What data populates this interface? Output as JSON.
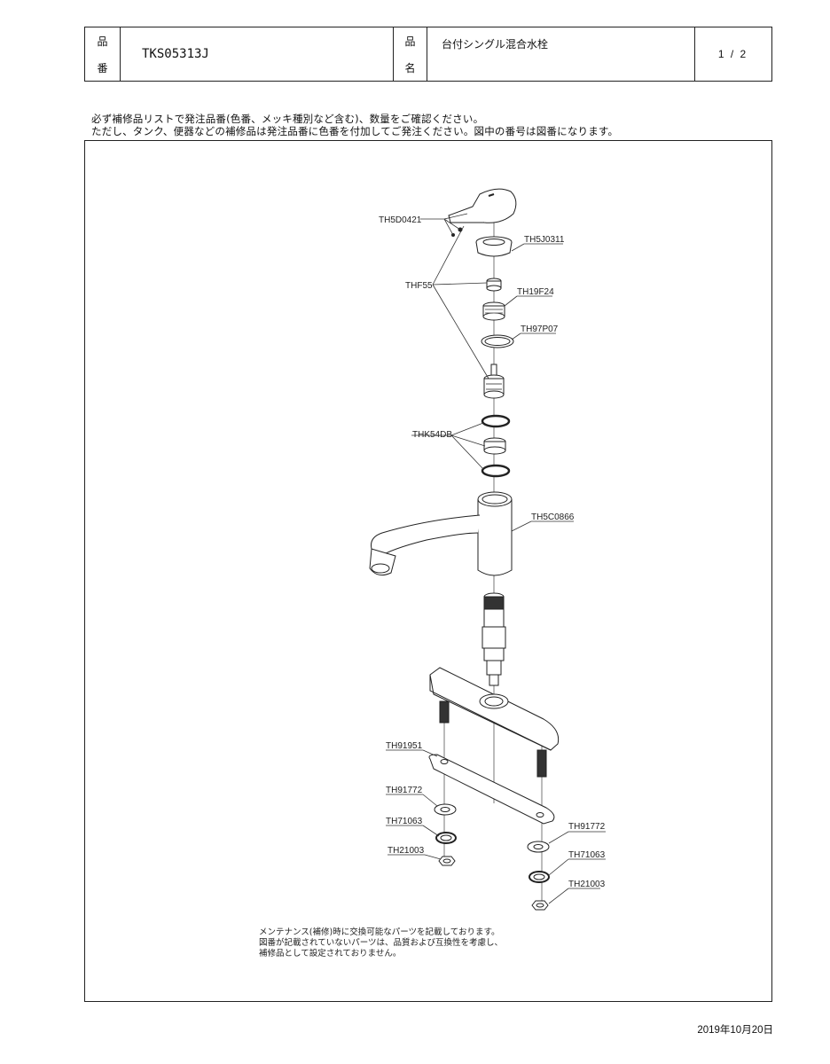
{
  "header": {
    "part_no_label": [
      "品",
      "番"
    ],
    "part_no": "TKS05313J",
    "product_name_label": [
      "品",
      "名"
    ],
    "product_name": "台付シングル混合水栓",
    "page": "1 / 2"
  },
  "notes": [
    "必ず補修品リストで発注品番(色番、メッキ種別など含む)、数量をご確認ください。",
    "ただし、タンク、便器などの補修品は発注品番に色番を付加してご発注ください。図中の番号は図番になります。"
  ],
  "callouts": {
    "th5d0421": "TH5D0421",
    "th5j0311": "TH5J0311",
    "thf55": "THF55",
    "th19f24": "TH19F24",
    "th97p07": "TH97P07",
    "thk54db": "THK54DB",
    "th5c0866": "TH5C0866",
    "th91951": "TH91951",
    "th91772_l": "TH91772",
    "th71063_l": "TH71063",
    "th21003_l": "TH21003",
    "th91772_r": "TH91772",
    "th71063_r": "TH71063",
    "th21003_r": "TH21003"
  },
  "maintenance_note": [
    "メンテナンス(補修)時に交換可能なパーツを記載しております。",
    "図番が記載されていないパーツは、品質および互換性を考慮し、",
    "補修品として設定されておりません。"
  ],
  "date": "2019年10月20日"
}
